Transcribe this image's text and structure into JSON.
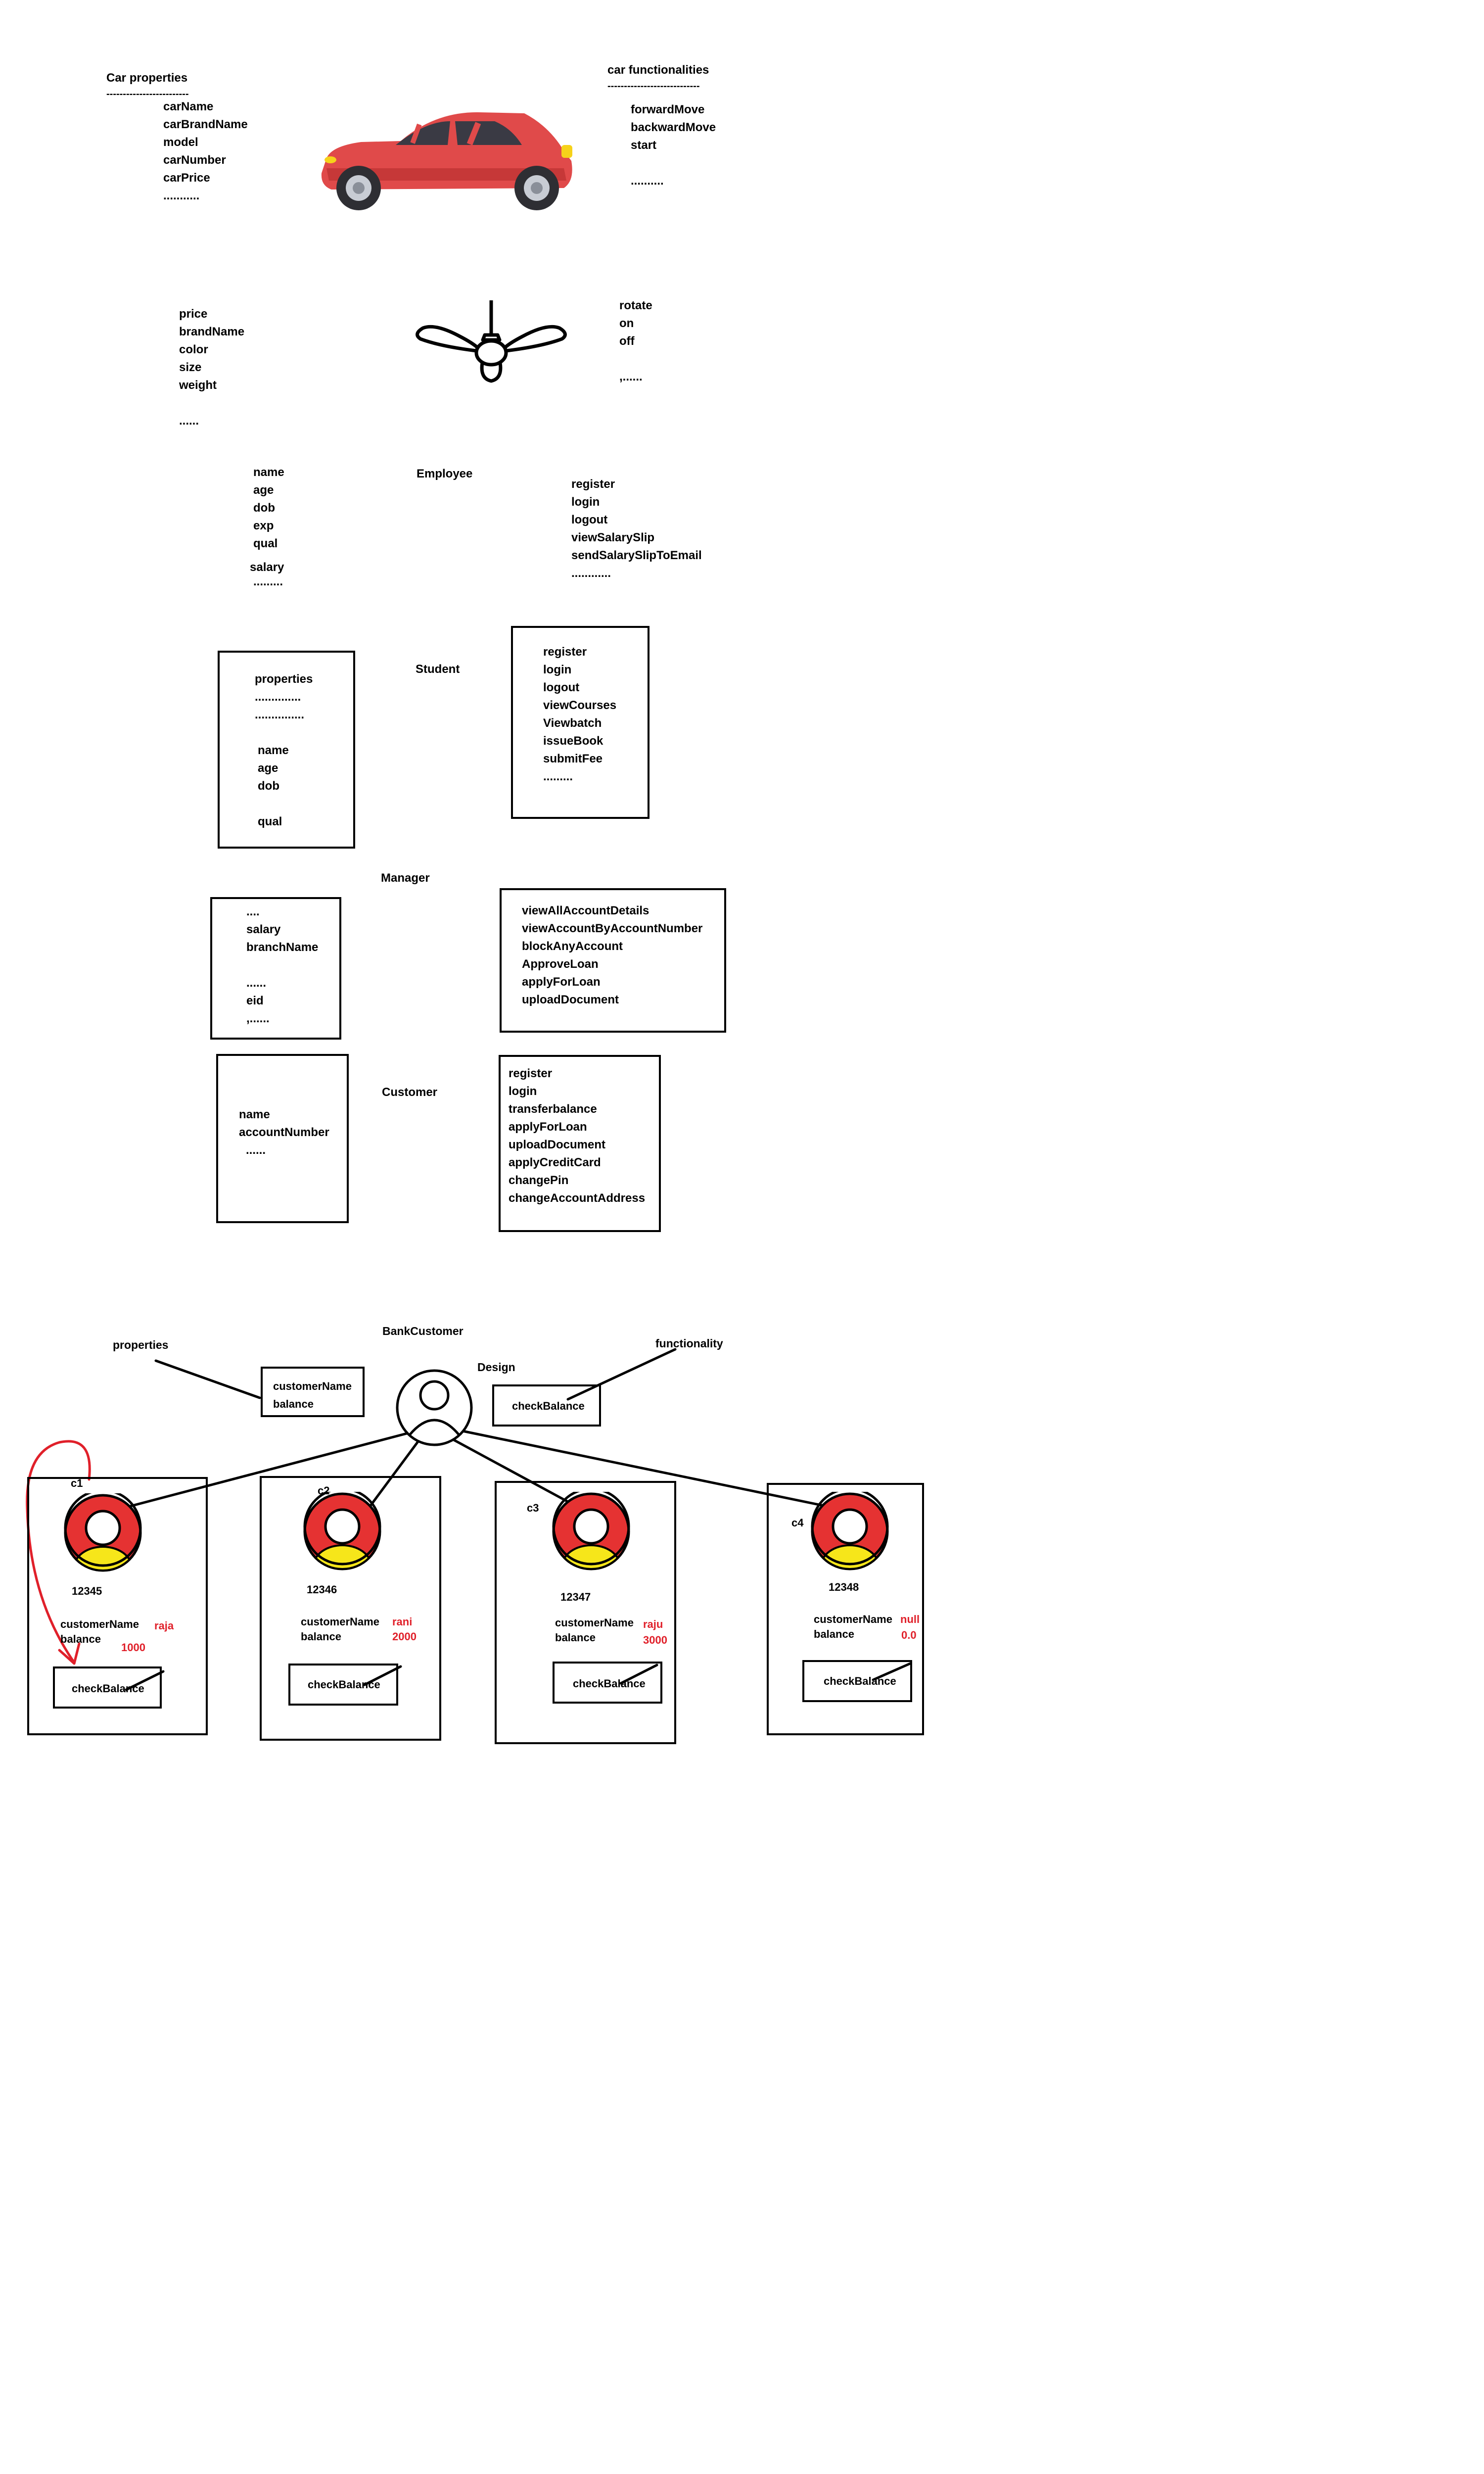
{
  "car": {
    "properties_title": "Car properties",
    "properties_rule": "-------------------------",
    "properties": [
      "carName",
      "carBrandName",
      "model",
      "carNumber",
      "carPrice",
      "..........."
    ],
    "functionalities_title": "car functionalities",
    "functionalities_rule": "----------------------------",
    "functionalities": [
      "forwardMove",
      "backwardMove",
      "start",
      "",
      ".........."
    ]
  },
  "fan": {
    "properties": [
      "price",
      "brandName",
      "color",
      "size",
      "weight",
      "",
      "......"
    ],
    "functionalities": [
      "rotate",
      "on",
      "off",
      "",
      ",......"
    ]
  },
  "employee": {
    "title": "Employee",
    "properties": [
      "name",
      "age",
      "dob",
      "exp",
      "qual"
    ],
    "salary": "salary",
    "more": ".........",
    "functionalities": [
      "register",
      "login",
      "logout",
      "viewSalarySlip",
      "sendSalarySlipToEmail",
      "............"
    ]
  },
  "student": {
    "title": "Student",
    "properties": [
      "properties",
      "..............",
      "...............",
      "",
      "name",
      "age",
      "dob",
      "",
      "qual"
    ],
    "functionalities": [
      "register",
      "login",
      "logout",
      "viewCourses",
      "Viewbatch",
      "issueBook",
      "submitFee",
      "........."
    ]
  },
  "manager": {
    "title": "Manager",
    "properties": [
      "....",
      "salary",
      "branchName",
      "",
      "......",
      "eid",
      ",......"
    ],
    "functionalities": [
      "viewAllAccountDetails",
      "viewAccountByAccountNumber",
      "blockAnyAccount",
      "ApproveLoan",
      "applyForLoan",
      "uploadDocument"
    ]
  },
  "customer": {
    "title": "Customer",
    "properties": [
      "name",
      "accountNumber",
      "  ......"
    ],
    "functionalities": [
      "register",
      "login",
      "transferbalance",
      "applyForLoan",
      "uploadDocument",
      "applyCreditCard",
      "changePin",
      "changeAccountAddress"
    ]
  },
  "bank": {
    "title": "BankCustomer",
    "design_label": "Design",
    "properties_label": "properties",
    "functionality_label": "functionality",
    "design_props": [
      "customerName",
      "balance"
    ],
    "design_method": "checkBalance",
    "objects": [
      {
        "ref": "c1",
        "account": "12345",
        "field_name": "customerName",
        "field_balance": "balance",
        "name_value": "raja",
        "balance_value": "1000",
        "method": "checkBalance"
      },
      {
        "ref": "c2",
        "account": "12346",
        "field_name": "customerName",
        "field_balance": "balance",
        "name_value": "rani",
        "balance_value": "2000",
        "method": "checkBalance"
      },
      {
        "ref": "c3",
        "account": "12347",
        "field_name": "customerName",
        "field_balance": "balance",
        "name_value": "raju",
        "balance_value": "3000",
        "method": "checkBalance"
      },
      {
        "ref": "c4",
        "account": "12348",
        "field_name": "customerName",
        "field_balance": "balance",
        "name_value": "null",
        "balance_value": "0.0",
        "method": "checkBalance"
      }
    ]
  },
  "colors": {
    "car_body": "#e04a4a",
    "value_red": "#e0202a",
    "avatar_ring": "#e53232",
    "avatar_body": "#f6e61a"
  }
}
